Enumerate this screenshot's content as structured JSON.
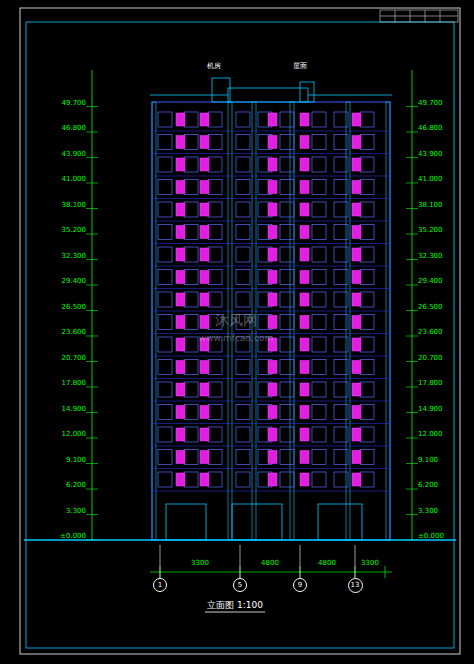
{
  "diagram": {
    "title": "立面图 1:100",
    "nodes": [
      {
        "text": [
          "1"
        ]
      },
      {
        "text": [
          "5"
        ]
      },
      {
        "text": [
          "9"
        ]
      },
      {
        "text": [
          "13"
        ]
      }
    ],
    "labels": [
      "±0.000",
      "3.300",
      "6.200",
      "9.100",
      "12.000",
      "14.900",
      "17.800",
      "20.700",
      "23.600",
      "26.500",
      "29.400",
      "32.300",
      "35.200",
      "38.100",
      "41.000",
      "43.900",
      "46.800",
      "49.700",
      "±0.000",
      "3.300",
      "6.200",
      "9.100",
      "12.000",
      "14.900",
      "17.800",
      "20.700",
      "23.600",
      "26.500",
      "29.400",
      "32.300",
      "35.200",
      "38.100",
      "41.000",
      "43.900",
      "46.800",
      "49.700",
      "机房",
      "屋面",
      "3300",
      "4800",
      "4800",
      "3300",
      "沐风网",
      "www.mfcad.com"
    ]
  }
}
